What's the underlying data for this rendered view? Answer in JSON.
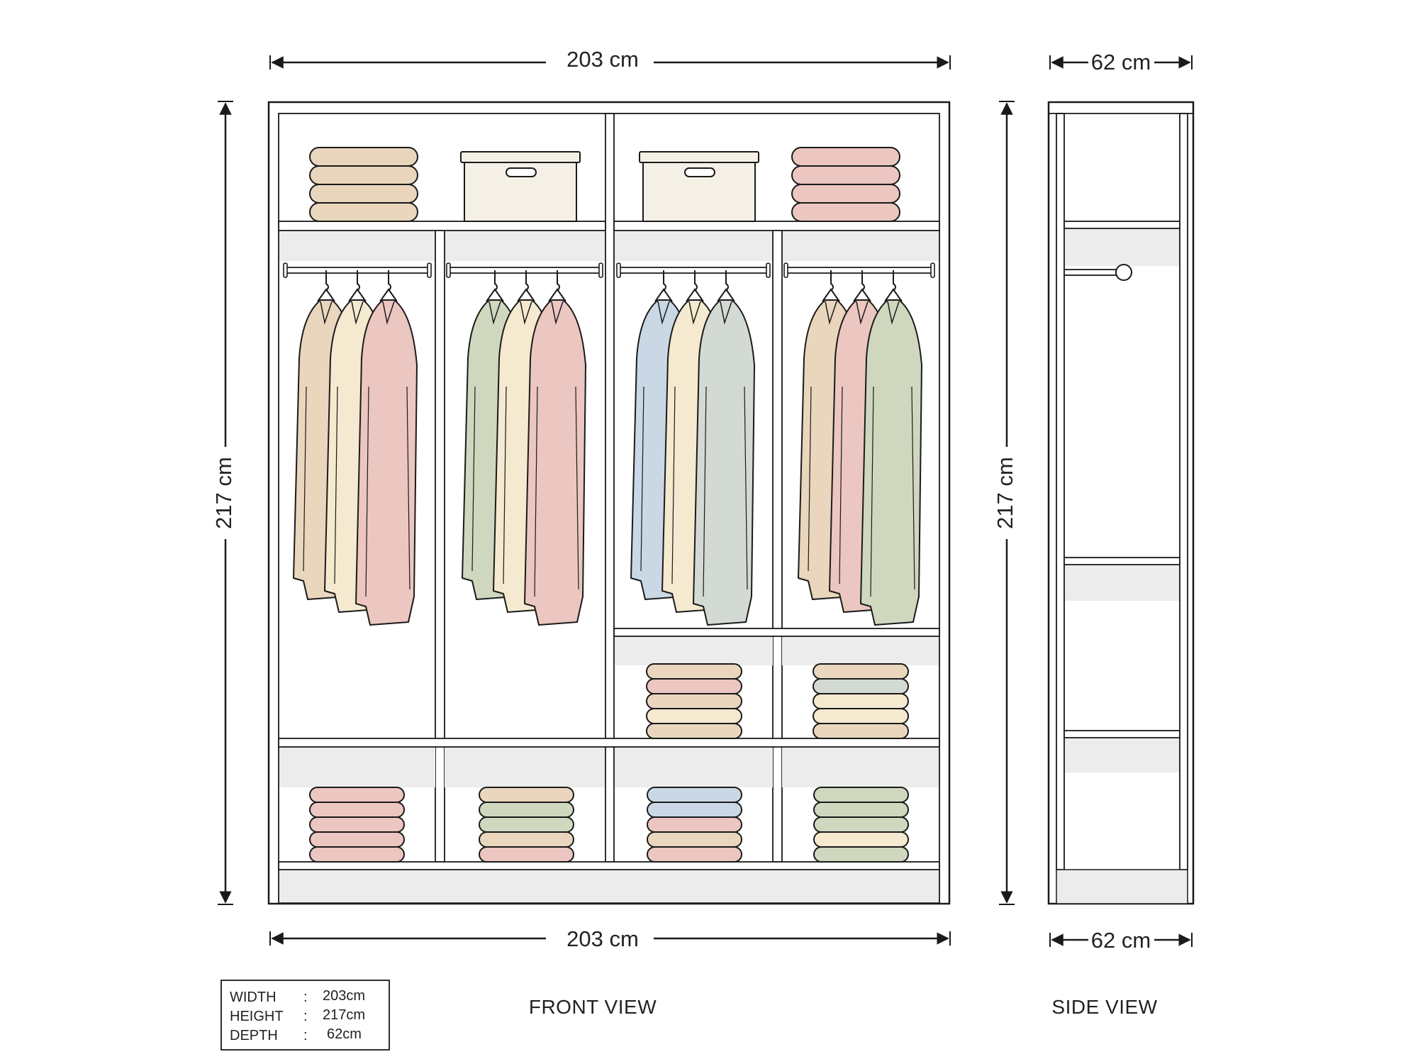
{
  "front_view": {
    "label": "FRONT VIEW",
    "width_top": "203 cm",
    "width_bottom": "203 cm",
    "height": "217 cm"
  },
  "side_view": {
    "label": "SIDE VIEW",
    "depth_top": "62 cm",
    "depth_bottom": "62 cm",
    "height": "217 cm"
  },
  "spec_table": {
    "rows": [
      {
        "key": "WIDTH",
        "sep": ":",
        "value": "203cm"
      },
      {
        "key": "HEIGHT",
        "sep": ":",
        "value": "217cm"
      },
      {
        "key": "DEPTH",
        "sep": ":",
        "value": "62cm"
      }
    ]
  },
  "colors": {
    "line": "#1a1a1a",
    "panel_shade": "#ececec",
    "beige": "#e9d6bd",
    "cream": "#f5e9cf",
    "pink": "#ecc6c0",
    "sage": "#cfd8be",
    "blue": "#c9d8e4",
    "grey": "#d3d9d3",
    "box": "#f5f0e6"
  },
  "hanging_sections": [
    {
      "garments": [
        "beige",
        "cream",
        "pink"
      ]
    },
    {
      "garments": [
        "sage",
        "cream",
        "pink"
      ]
    },
    {
      "garments": [
        "blue",
        "cream",
        "grey"
      ]
    },
    {
      "garments": [
        "beige",
        "pink",
        "sage"
      ]
    }
  ],
  "top_shelf_items": [
    {
      "type": "stack",
      "colors": [
        "beige",
        "beige",
        "beige",
        "beige"
      ]
    },
    {
      "type": "box"
    },
    {
      "type": "box"
    },
    {
      "type": "stack",
      "colors": [
        "pink",
        "pink",
        "pink",
        "pink"
      ]
    }
  ],
  "middle_shelf_items": [
    {
      "type": "stack",
      "colors": [
        "beige",
        "cream",
        "beige",
        "pink",
        "beige"
      ]
    },
    {
      "type": "stack",
      "colors": [
        "beige",
        "cream",
        "cream",
        "grey",
        "beige"
      ]
    }
  ],
  "bottom_shelf_items": [
    {
      "type": "stack",
      "colors": [
        "pink",
        "pink",
        "pink",
        "pink",
        "pink"
      ]
    },
    {
      "type": "stack",
      "colors": [
        "pink",
        "beige",
        "sage",
        "sage",
        "beige"
      ]
    },
    {
      "type": "stack",
      "colors": [
        "pink",
        "beige",
        "pink",
        "blue",
        "blue"
      ]
    },
    {
      "type": "stack",
      "colors": [
        "sage",
        "cream",
        "sage",
        "sage",
        "sage"
      ]
    }
  ]
}
